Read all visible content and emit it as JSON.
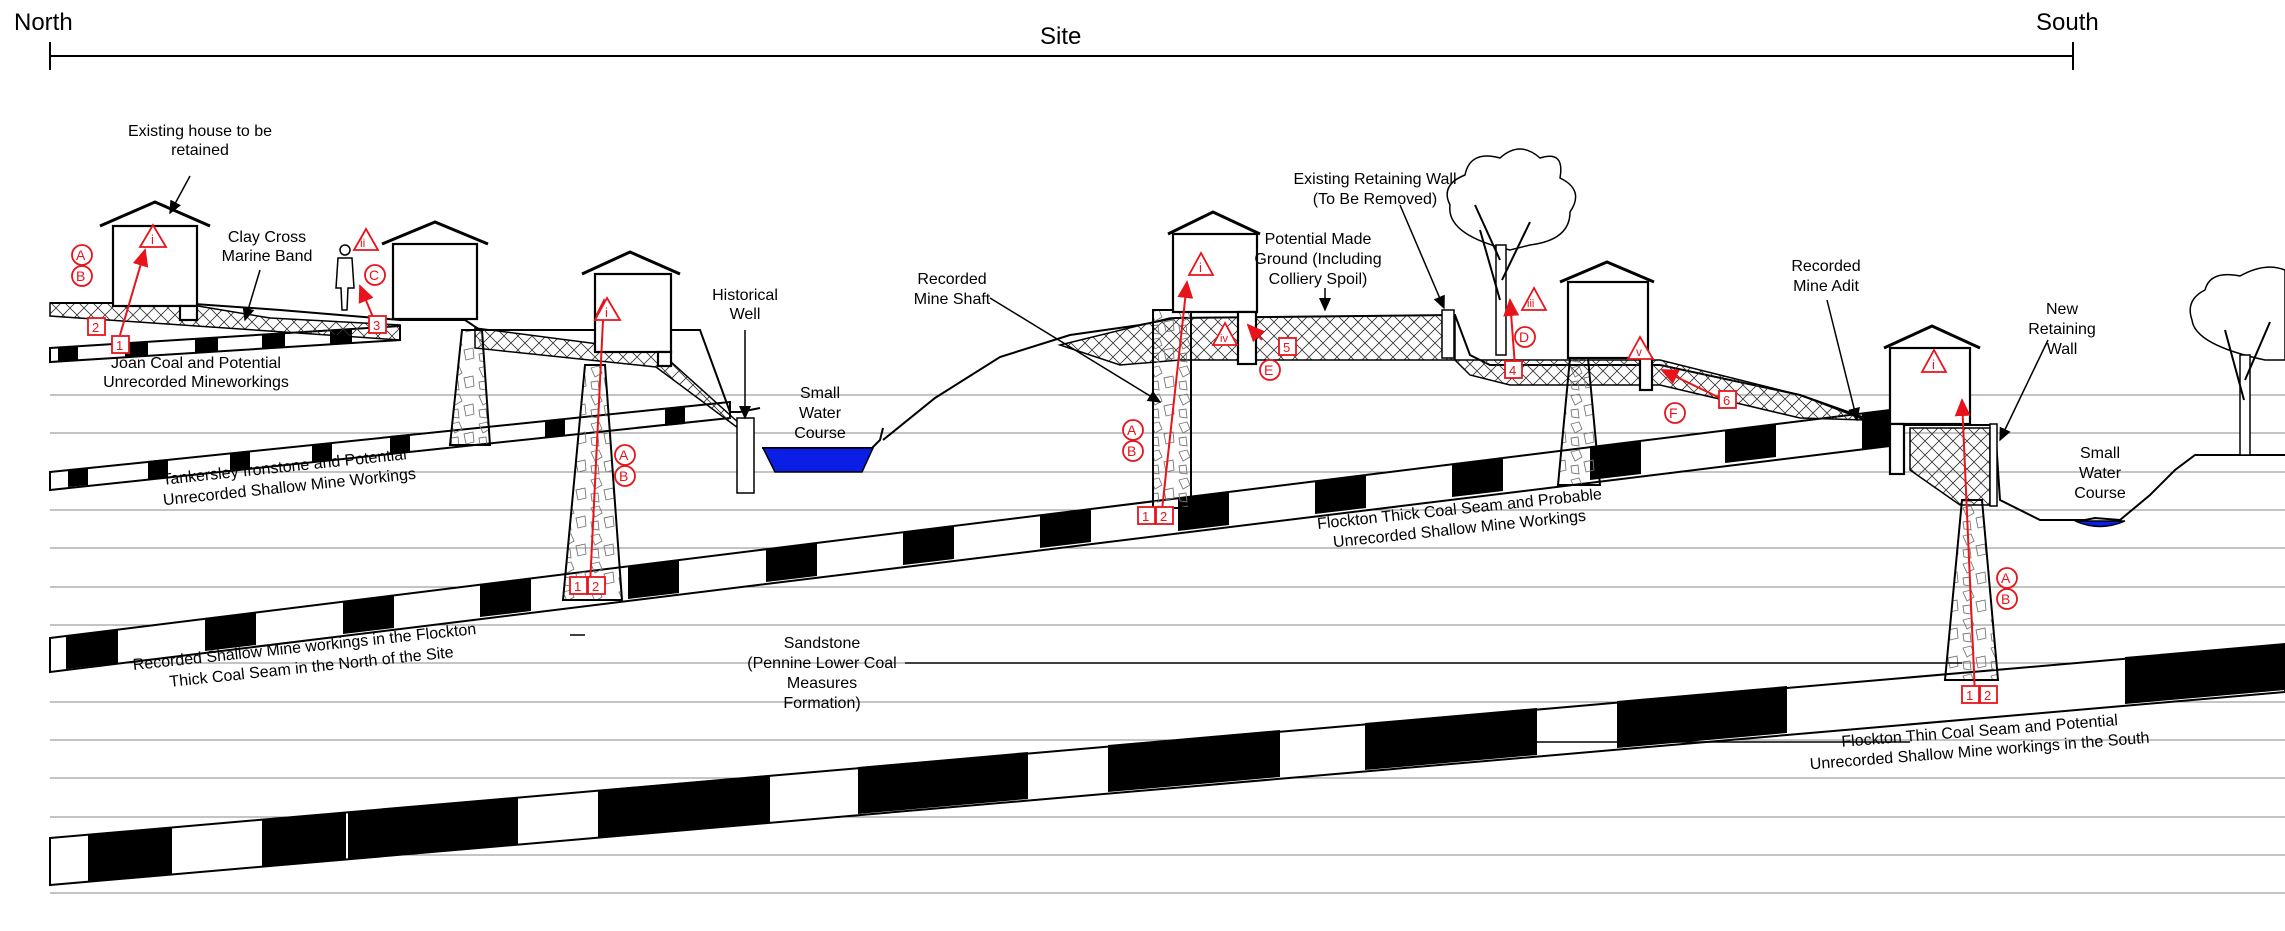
{
  "header": {
    "north": "North",
    "site": "Site",
    "south": "South"
  },
  "labels": {
    "house_line1": "Existing house to be",
    "house_line2": "retained",
    "clay_line1": "Clay Cross",
    "clay_line2": "Marine Band",
    "joan_line1": "Joan Coal and Potential",
    "joan_line2": "Unrecorded Mineworkings",
    "hist_line1": "Historical",
    "hist_line2": "Well",
    "water1_line1": "Small",
    "water1_line2": "Water",
    "water1_line3": "Course",
    "shaft_line1": "Recorded",
    "shaft_line2": "Mine Shaft",
    "retain_line1": "Existing Retaining Wall",
    "retain_line2": "(To Be Removed)",
    "made_line1": "Potential Made",
    "made_line2": "Ground (Including",
    "made_line3": "Colliery Spoil)",
    "adit_line1": "Recorded",
    "adit_line2": "Mine Adit",
    "newwall_line1": "New",
    "newwall_line2": "Retaining",
    "newwall_line3": "Wall",
    "water2_line1": "Small",
    "water2_line2": "Water",
    "water2_line3": "Course",
    "tank_line1": "Tankersley Ironstone and Potential",
    "tank_line2": "Unrecorded Shallow Mine Workings",
    "thick_line1": "Flockton Thick Coal Seam and Probable",
    "thick_line2": "Unrecorded Shallow Mine Workings",
    "rec_line1": "Recorded Shallow Mine workings in the Flockton",
    "rec_line2": "Thick Coal Seam in the North of the Site",
    "sand_line1": "Sandstone",
    "sand_line2": "(Pennine Lower Coal",
    "sand_line3": "Measures",
    "sand_line4": "Formation)",
    "thin_line1": "Flockton Thin Coal Seam and Potential",
    "thin_line2": "Unrecorded Shallow Mine workings in the South"
  },
  "markers": {
    "A": "A",
    "B": "B",
    "C": "C",
    "D": "D",
    "E": "E",
    "F": "F",
    "n1": "1",
    "n2": "2",
    "n3": "3",
    "n4": "4",
    "n5": "5",
    "n6": "6",
    "i": "i",
    "ii": "ii",
    "iii": "iii",
    "iv": "iv",
    "v": "v"
  },
  "colors": {
    "line": "#000000",
    "risk": "#e8141c",
    "water": "#0a1ee6"
  }
}
